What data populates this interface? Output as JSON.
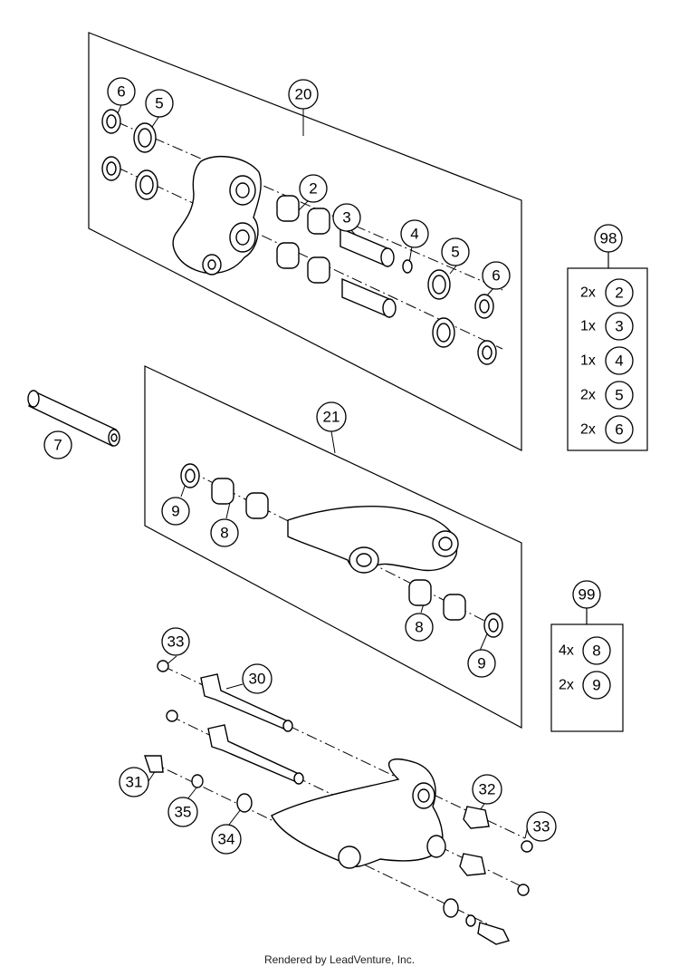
{
  "callouts": {
    "c20": "20",
    "c6a": "6",
    "c5a": "5",
    "c2": "2",
    "c3": "3",
    "c4": "4",
    "c5b": "5",
    "c6b": "6",
    "c7": "7",
    "c21": "21",
    "c9a": "9",
    "c8a": "8",
    "c8b": "8",
    "c9b": "9",
    "c33a": "33",
    "c30": "30",
    "c31": "31",
    "c35": "35",
    "c34": "34",
    "c32": "32",
    "c33b": "33"
  },
  "kits": {
    "k98": {
      "label": "98",
      "rows": [
        {
          "qty": "2x",
          "part": "2"
        },
        {
          "qty": "1x",
          "part": "3"
        },
        {
          "qty": "1x",
          "part": "4"
        },
        {
          "qty": "2x",
          "part": "5"
        },
        {
          "qty": "2x",
          "part": "6"
        }
      ]
    },
    "k99": {
      "label": "99",
      "rows": [
        {
          "qty": "4x",
          "part": "8"
        },
        {
          "qty": "2x",
          "part": "9"
        }
      ]
    }
  },
  "footer": "Rendered by LeadVenture, Inc."
}
